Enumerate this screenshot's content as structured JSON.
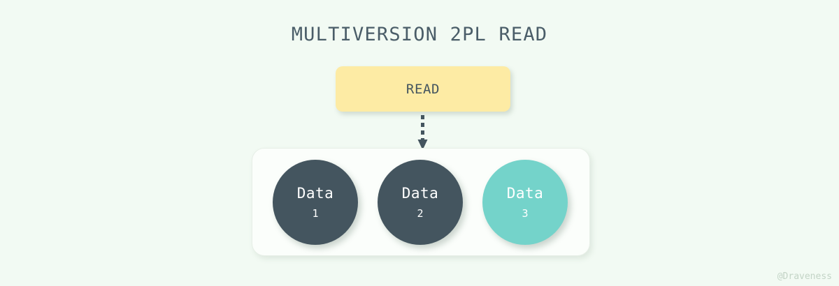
{
  "page": {
    "title": "MULTIVERSION 2PL READ",
    "background_color": "#f2faf3",
    "watermark": "@Draveness"
  },
  "operation": {
    "label": "READ",
    "box_color": "#fdeba4",
    "text_color": "#44555f"
  },
  "arrow": {
    "name": "dashed-down-arrow",
    "color": "#44555f",
    "style": "dashed",
    "direction": "down"
  },
  "version_store": {
    "background_color": "#fbfefb",
    "border_color": "#e7efe7",
    "versions": [
      {
        "label": "Data",
        "version": "1",
        "color": "#44555f",
        "text_color": "#ffffff",
        "state": "old-version"
      },
      {
        "label": "Data",
        "version": "2",
        "color": "#44555f",
        "text_color": "#ffffff",
        "state": "old-version"
      },
      {
        "label": "Data",
        "version": "3",
        "color": "#74d3ca",
        "text_color": "#ffffff",
        "state": "selected-version"
      }
    ]
  }
}
